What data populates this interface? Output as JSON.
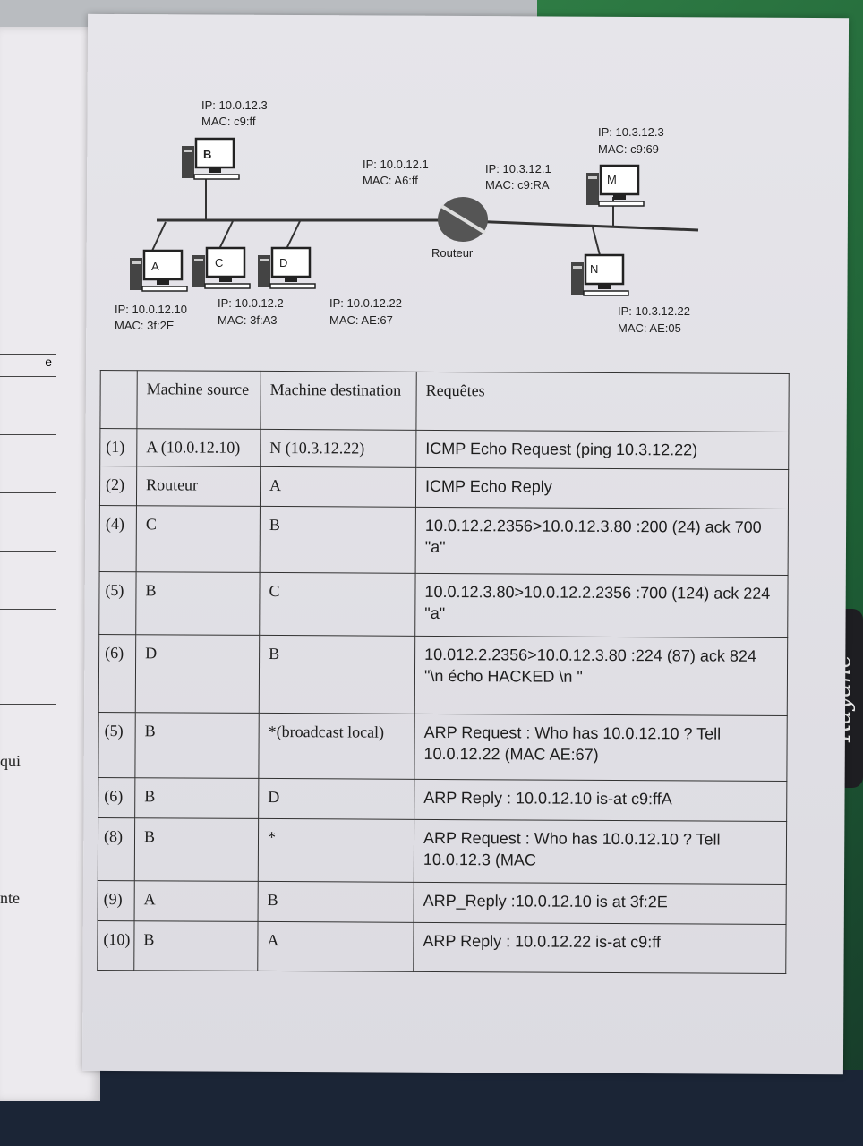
{
  "left_page": {
    "table_header": "e",
    "fragment_1": "qui",
    "fragment_2": "nte"
  },
  "side_label": "Rayane",
  "diagram": {
    "nodes": [
      {
        "name": "B",
        "ip": "IP: 10.0.12.3",
        "mac": "MAC: c9:ff"
      },
      {
        "name": "A",
        "ip": "IP: 10.0.12.10",
        "mac": "MAC: 3f:2E"
      },
      {
        "name": "C",
        "ip": "IP: 10.0.12.2",
        "mac": "MAC: 3f:A3"
      },
      {
        "name": "D",
        "ip": "IP: 10.0.12.22",
        "mac": "MAC: AE:67"
      },
      {
        "name": "M",
        "ip": "IP: 10.3.12.3",
        "mac": "MAC: c9:69"
      },
      {
        "name": "N",
        "ip": "IP: 10.3.12.22",
        "mac": "MAC: AE:05"
      }
    ],
    "router": {
      "label": "Routeur",
      "left_ip": "IP: 10.0.12.1",
      "left_mac": "MAC: A6:ff",
      "right_ip": "IP: 10.3.12.1",
      "right_mac": "MAC: c9:RA"
    }
  },
  "table": {
    "headers": [
      "",
      "Machine source",
      "Machine destination",
      "Requêtes"
    ],
    "rows": [
      {
        "n": "(1)",
        "src": "A (10.0.12.10)",
        "dst": "N (10.3.12.22)",
        "req": "ICMP Echo Request (ping 10.3.12.22)"
      },
      {
        "n": "(2)",
        "src": "Routeur",
        "dst": "A",
        "req": "ICMP Echo Reply"
      },
      {
        "n": "(4)",
        "src": "C",
        "dst": "B",
        "req": "10.0.12.2.2356>10.0.12.3.80 :200 (24) ack 700 \"a\""
      },
      {
        "n": "(5)",
        "src": "B",
        "dst": "C",
        "req": "10.0.12.3.80>10.0.12.2.2356 :700 (124) ack 224 \"a\""
      },
      {
        "n": "(6)",
        "src": "D",
        "dst": "B",
        "req": "10.012.2.2356>10.0.12.3.80 :224 (87) ack 824 \"\\n écho HACKED \\n \""
      },
      {
        "n": "(5)",
        "src": "B",
        "dst": "*(broadcast local)",
        "req": "ARP Request : Who has 10.0.12.10 ? Tell 10.0.12.22 (MAC AE:67)"
      },
      {
        "n": "(6)",
        "src": "B",
        "dst": "D",
        "req": "ARP Reply : 10.0.12.10 is-at c9:ffA"
      },
      {
        "n": "(8)",
        "src": "B",
        "dst": "*",
        "req": "ARP Request : Who has 10.0.12.10 ? Tell 10.0.12.3 (MAC"
      },
      {
        "n": "(9)",
        "src": "A",
        "dst": "B",
        "req": "ARP_Reply :10.0.12.10 is at 3f:2E"
      },
      {
        "n": "(10)",
        "src": "B",
        "dst": "A",
        "req": "ARP Reply : 10.0.12.22 is-at c9:ff"
      }
    ]
  }
}
